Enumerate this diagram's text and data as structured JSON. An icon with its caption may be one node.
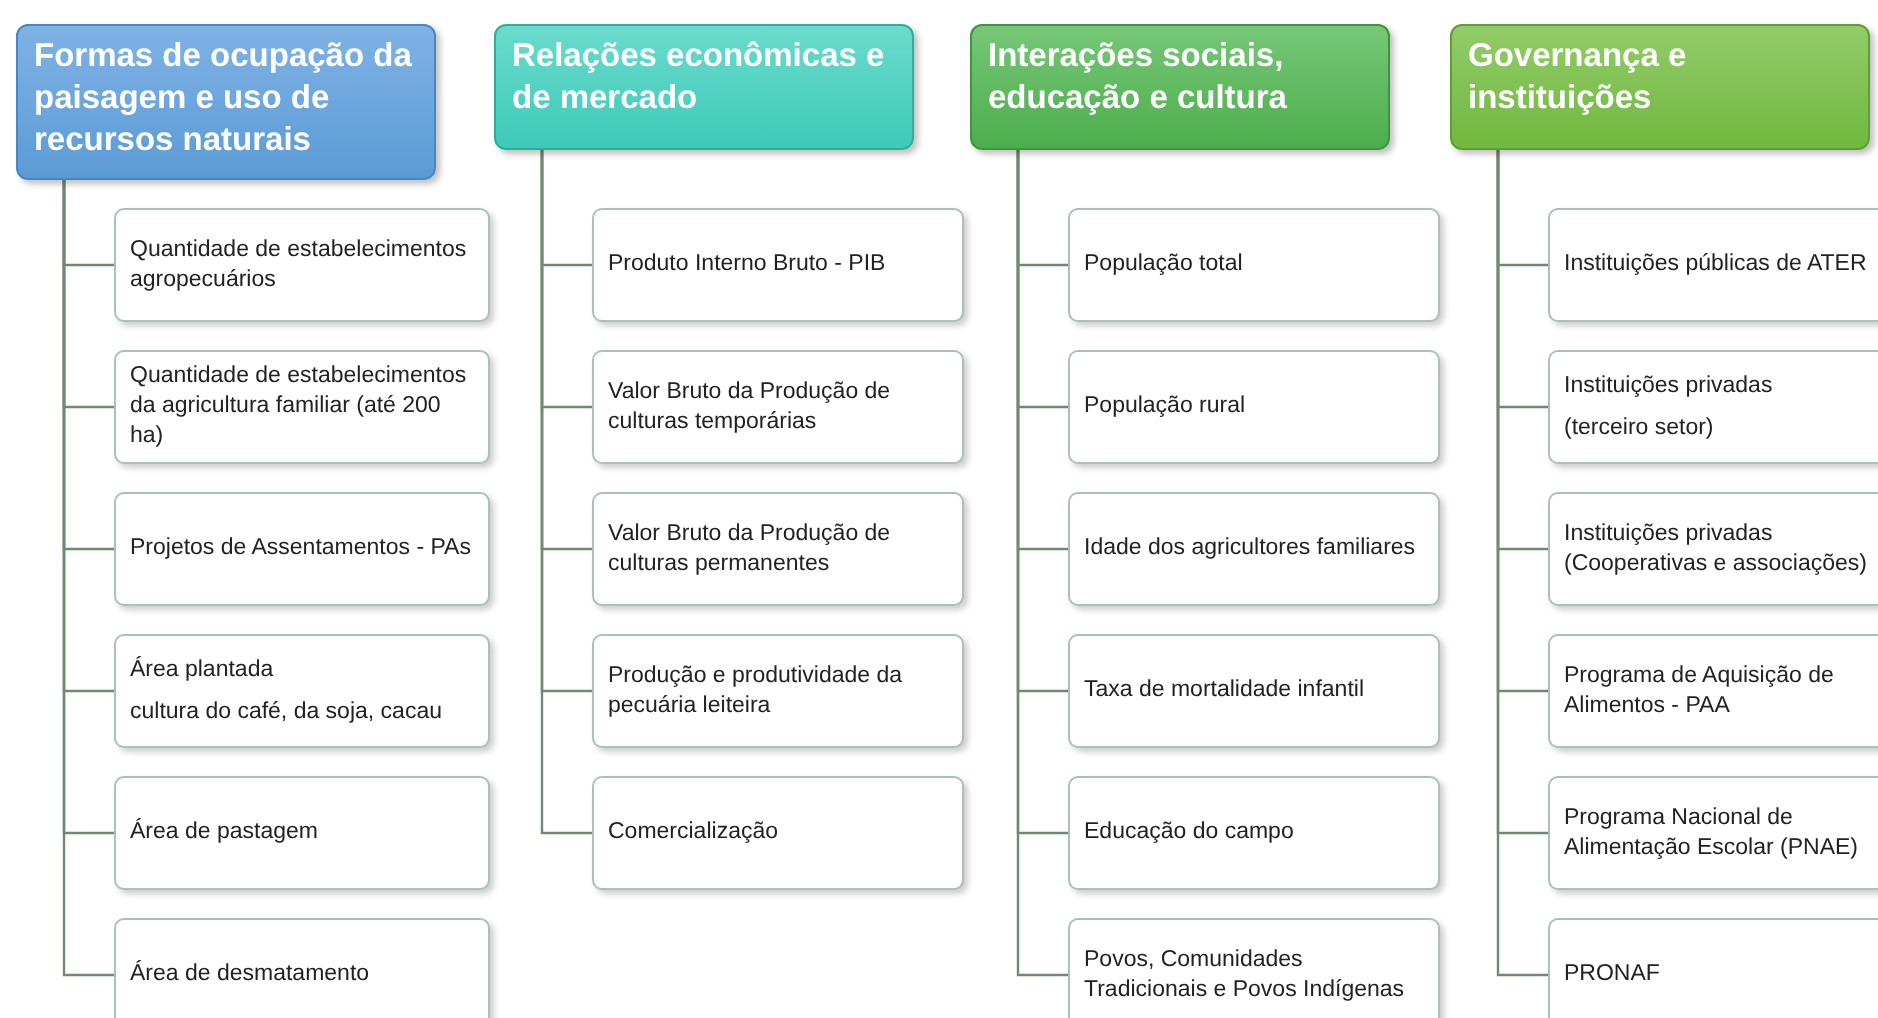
{
  "diagram": {
    "nodes": [
      {
        "text": [
          "Formas de ocupação da paisagem e uso de recursos naturais"
        ]
      },
      {
        "text": [
          "Quantidade de estabelecimentos agropecuários"
        ]
      },
      {
        "text": [
          "Quantidade de estabelecimentos da agricultura familiar (até 200 ha)"
        ]
      },
      {
        "text": [
          "Projetos de Assentamentos - PAs"
        ]
      },
      {
        "text": [
          "Área plantada",
          "cultura do café, da soja, cacau"
        ]
      },
      {
        "text": [
          "Área de pastagem"
        ]
      },
      {
        "text": [
          "Área de desmatamento"
        ]
      },
      {
        "text": [
          "Relações econômicas e de mercado"
        ]
      },
      {
        "text": [
          "Produto Interno Bruto - PIB"
        ]
      },
      {
        "text": [
          "Valor Bruto da Produção de culturas temporárias"
        ]
      },
      {
        "text": [
          "Valor Bruto da Produção de culturas permanentes"
        ]
      },
      {
        "text": [
          "Produção e produtividade da pecuária leiteira"
        ]
      },
      {
        "text": [
          "Comercialização"
        ]
      },
      {
        "text": [
          "Interações sociais, educação e cultura"
        ]
      },
      {
        "text": [
          "População total"
        ]
      },
      {
        "text": [
          "População rural"
        ]
      },
      {
        "text": [
          "Idade dos agricultores familiares"
        ]
      },
      {
        "text": [
          "Taxa de mortalidade infantil"
        ]
      },
      {
        "text": [
          "Educação do campo"
        ]
      },
      {
        "text": [
          "Povos, Comunidades Tradicionais e Povos Indígenas"
        ]
      },
      {
        "text": [
          "Governança e instituições"
        ]
      },
      {
        "text": [
          "Instituições públicas de ATER"
        ]
      },
      {
        "text": [
          "Instituições privadas",
          "(terceiro setor)"
        ]
      },
      {
        "text": [
          "Instituições privadas (Cooperativas e associações)"
        ]
      },
      {
        "text": [
          "Programa de Aquisição de Alimentos - PAA"
        ]
      },
      {
        "text": [
          "Programa Nacional de Alimentação Escolar (PNAE)"
        ]
      },
      {
        "text": [
          "PRONAF"
        ]
      }
    ],
    "edges": [
      {
        "from": 0,
        "to": 1,
        "arrow": "none"
      },
      {
        "from": 0,
        "to": 2,
        "arrow": "none"
      },
      {
        "from": 0,
        "to": 3,
        "arrow": "none"
      },
      {
        "from": 0,
        "to": 4,
        "arrow": "none"
      },
      {
        "from": 0,
        "to": 5,
        "arrow": "none"
      },
      {
        "from": 0,
        "to": 6,
        "arrow": "none"
      },
      {
        "from": 7,
        "to": 8,
        "arrow": "none"
      },
      {
        "from": 7,
        "to": 9,
        "arrow": "none"
      },
      {
        "from": 7,
        "to": 10,
        "arrow": "none"
      },
      {
        "from": 7,
        "to": 11,
        "arrow": "none"
      },
      {
        "from": 7,
        "to": 12,
        "arrow": "none"
      },
      {
        "from": 13,
        "to": 14,
        "arrow": "none"
      },
      {
        "from": 13,
        "to": 15,
        "arrow": "none"
      },
      {
        "from": 13,
        "to": 16,
        "arrow": "none"
      },
      {
        "from": 13,
        "to": 17,
        "arrow": "none"
      },
      {
        "from": 13,
        "to": 18,
        "arrow": "none"
      },
      {
        "from": 13,
        "to": 19,
        "arrow": "none"
      },
      {
        "from": 20,
        "to": 21,
        "arrow": "none"
      },
      {
        "from": 20,
        "to": 22,
        "arrow": "none"
      },
      {
        "from": 20,
        "to": 23,
        "arrow": "none"
      },
      {
        "from": 20,
        "to": 24,
        "arrow": "none"
      },
      {
        "from": 20,
        "to": 25,
        "arrow": "none"
      },
      {
        "from": 20,
        "to": 26,
        "arrow": "none"
      }
    ]
  }
}
